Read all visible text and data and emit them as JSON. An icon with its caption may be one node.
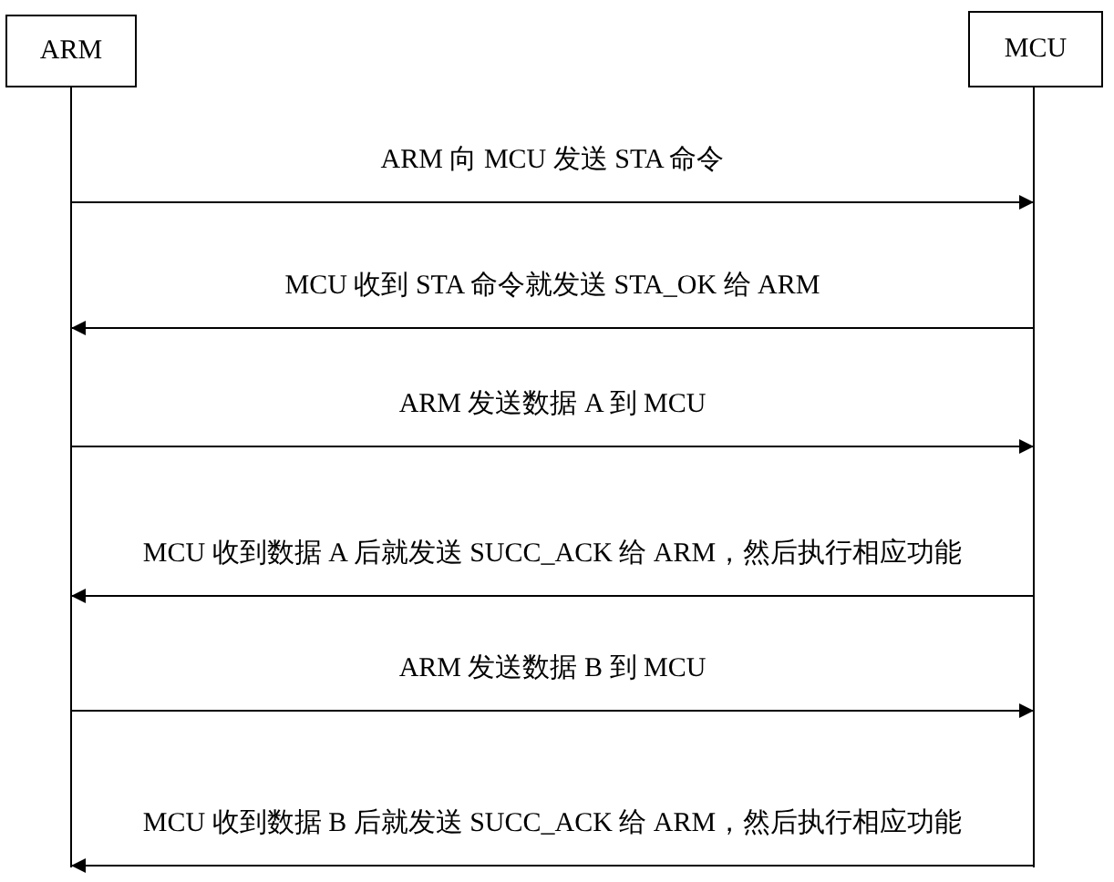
{
  "diagram": {
    "nodes": [
      {
        "text": [
          "ARM"
        ]
      },
      {
        "text": [
          "MCU"
        ]
      }
    ],
    "edges": [
      {
        "from": 0,
        "to": 1,
        "arrow": "to",
        "label": "ARM 向 MCU 发送 STA 命令"
      },
      {
        "from": 1,
        "to": 0,
        "arrow": "to",
        "label": "MCU 收到 STA 命令就发送 STA_OK 给 ARM"
      },
      {
        "from": 0,
        "to": 1,
        "arrow": "to",
        "label": "ARM 发送数据 A 到 MCU"
      },
      {
        "from": 1,
        "to": 0,
        "arrow": "to",
        "label": "MCU 收到数据 A 后就发送 SUCC_ACK 给 ARM，然后执行相应功能"
      },
      {
        "from": 0,
        "to": 1,
        "arrow": "to",
        "label": "ARM 发送数据 B 到 MCU"
      },
      {
        "from": 1,
        "to": 0,
        "arrow": "to",
        "label": "MCU 收到数据 B 后就发送 SUCC_ACK 给 ARM，然后执行相应功能"
      }
    ]
  }
}
